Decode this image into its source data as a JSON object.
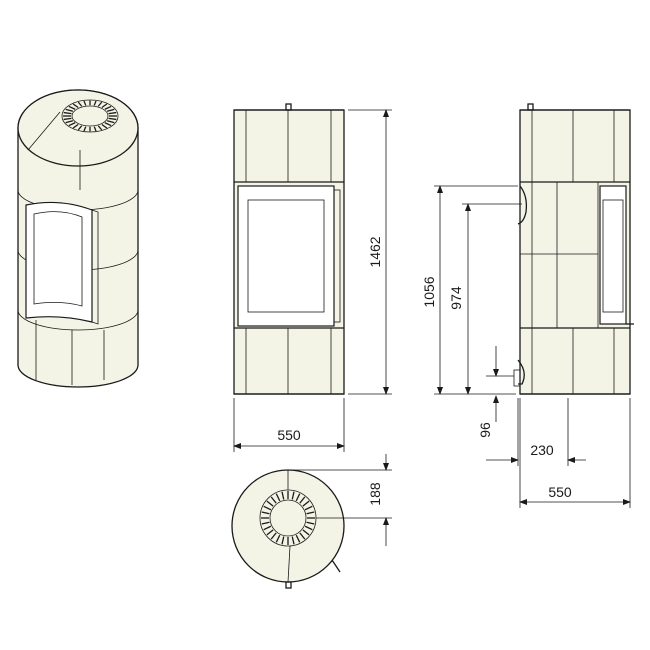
{
  "dimensions": {
    "front_width": "550",
    "overall_height": "1462",
    "side_height_1056": "1056",
    "side_height_974": "974",
    "side_bottom_96": "96",
    "side_offset_230": "230",
    "side_depth_550": "550",
    "top_offset_188": "188"
  },
  "colors": {
    "line": "#1a1a1a",
    "body_fill": "#f4f4e6",
    "background": "#ffffff"
  }
}
